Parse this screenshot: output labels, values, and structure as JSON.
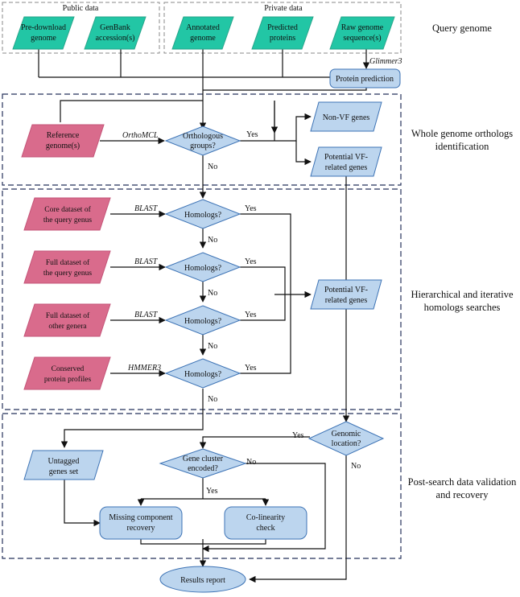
{
  "groups": {
    "public": "Public data",
    "private": "Private data"
  },
  "nodes": {
    "predownload": [
      "Pre-download",
      "genome"
    ],
    "genbank": [
      "GenBank",
      "accession(s)"
    ],
    "annotated": [
      "Annotated",
      "genome"
    ],
    "predicted": [
      "Predicted",
      "proteins"
    ],
    "raw": [
      "Raw genome",
      "sequence(s)"
    ],
    "protein_prediction": "Protein prediction",
    "reference": [
      "Reference",
      "genome(s)"
    ],
    "orthologous": [
      "Orthologous",
      "groups?"
    ],
    "non_vf": "Non-VF genes",
    "potential_vf_1": [
      "Potential VF-",
      "related genes"
    ],
    "core_dataset": [
      "Core dataset of",
      "the query genus"
    ],
    "full_dataset_query": [
      "Full dataset of",
      "the query genus"
    ],
    "full_dataset_other": [
      "Full dataset of",
      "other genera"
    ],
    "conserved_profiles": [
      "Conserved",
      "protein profiles"
    ],
    "homologs": "Homologs?",
    "potential_vf_2": [
      "Potential VF-",
      "related genes"
    ],
    "genomic_location": [
      "Genomic",
      "location?"
    ],
    "untagged": [
      "Untagged",
      "genes set"
    ],
    "gene_cluster": [
      "Gene cluster",
      "encoded?"
    ],
    "missing_component": [
      "Missing component",
      "recovery"
    ],
    "colinearity": [
      "Co-linearity",
      "check"
    ],
    "results": "Results report"
  },
  "tools": {
    "glimmer": "Glimmer3",
    "orthomcl": "OrthoMCL",
    "blast": "BLAST",
    "hmmer": "HMMER3"
  },
  "edge_labels": {
    "yes": "Yes",
    "no": "No"
  },
  "sections": {
    "query_genome": "Query genome",
    "whole_genome": [
      "Whole genome orthologs",
      "identification"
    ],
    "hierarchical": [
      "Hierarchical and iterative",
      "homologs searches"
    ],
    "post_search": [
      "Post-search data validation",
      "and recovery"
    ]
  }
}
